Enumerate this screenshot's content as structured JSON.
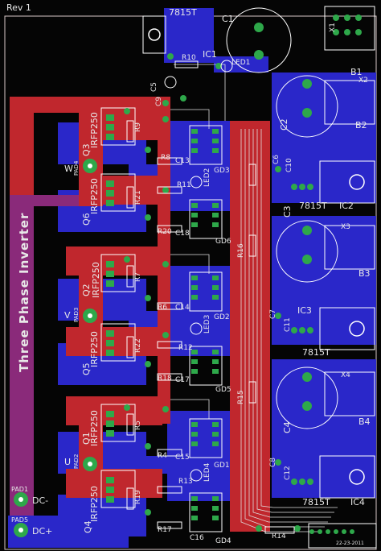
{
  "board": {
    "title": "Three Phase Inverter",
    "revision": "Rev 1",
    "date": "22-23-2011",
    "colors": {
      "background": "#050505",
      "top_copper": "#c0272d",
      "bottom_copper": "#2a27c9",
      "overlap": "#8a2a7a",
      "pad": "#2ea84a",
      "silk": "#e8e8e8",
      "outline": "#d8c8c8"
    }
  },
  "labels": {
    "reg1": "7815T",
    "ic1": "IC1",
    "c1": "C1",
    "r10": "R10",
    "led1": "LED1",
    "x1": "X1",
    "b1": "B1",
    "c5": "C5",
    "c9": "C9",
    "q3_part": "IRFP250",
    "q3": "Q3",
    "r9": "R9",
    "r8": "R8",
    "c13": "C13",
    "gd3": "GD3",
    "w": "W",
    "pad4": "PAD4",
    "led2": "LED2",
    "c6": "C6",
    "c10": "C10",
    "x2": "X2",
    "c2": "C2",
    "b2": "B2",
    "reg2": "7815T",
    "ic2": "IC2",
    "q6_part": "IRFP250",
    "q6": "Q6",
    "r21": "R21",
    "r11": "R11",
    "r20": "R20",
    "c18": "C18",
    "gd6": "GD6",
    "r16": "R16",
    "c3": "C3",
    "x3": "X3",
    "b3": "B3",
    "q2_part": "IRFP250",
    "q2": "Q2",
    "r7": "R7",
    "r6": "R6",
    "c14": "C14",
    "gd2": "GD2",
    "v": "V",
    "pad3": "PAD3",
    "led3": "LED3",
    "c7": "C7",
    "c11": "C11",
    "ic3": "IC3",
    "reg3": "7815T",
    "q5_part": "IRFP250",
    "q5": "Q5",
    "r22": "R22",
    "r12": "R12",
    "r18": "R18",
    "c17": "C17",
    "gd5": "GD5",
    "r15": "R15",
    "c4": "C4",
    "x4": "X4",
    "b4": "B4",
    "q1_part": "IRFP250",
    "q1": "Q1",
    "r5": "R5",
    "r4": "R4",
    "c15": "C15",
    "gd1": "GD1",
    "u": "U",
    "pad2": "PAD2",
    "led4": "LED4",
    "c8": "C8",
    "c12": "C12",
    "reg4": "7815T",
    "ic4": "IC4",
    "q4_part": "IRFP250",
    "q4": "Q4",
    "r19": "R19",
    "r13": "R13",
    "r17": "R17",
    "c16": "C16",
    "gd4": "GD4",
    "r14": "R14",
    "pad1": "PAD1",
    "dc_minus": "DC-",
    "pad5": "PAD5",
    "dc_plus": "DC+"
  }
}
